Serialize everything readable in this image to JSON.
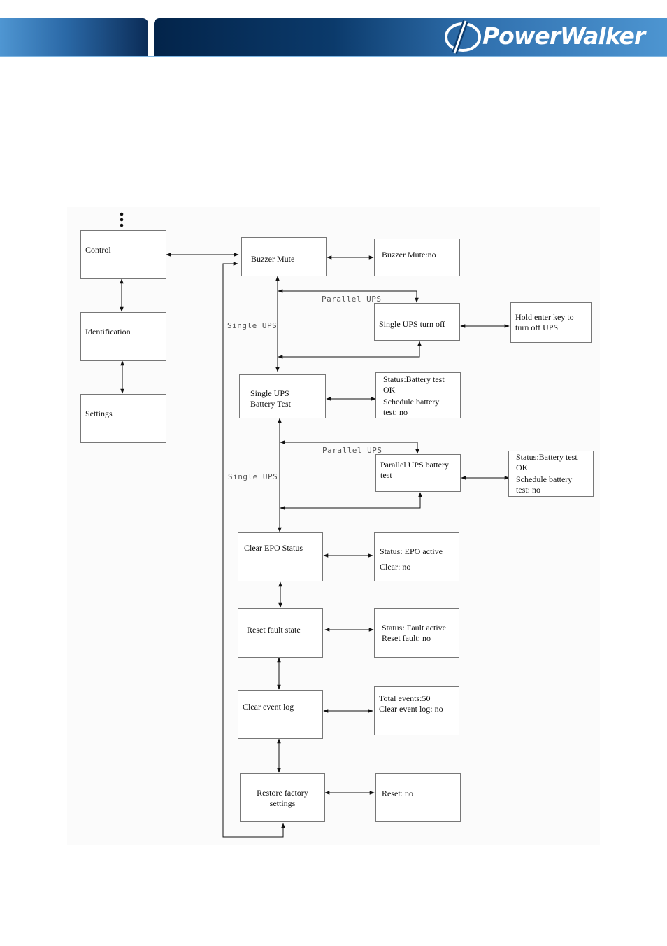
{
  "brand": {
    "logo_text": "PowerWalker",
    "logo_icon": "powerwalker-logo-icon"
  },
  "diagram": {
    "menu": {
      "control": "Control",
      "identification": "Identification",
      "settings": "Settings"
    },
    "nodes": {
      "buzzer_mute": "Buzzer  Mute",
      "buzzer_mute_value": "Buzzer  Mute:no",
      "single_ups_turn_off": "Single UPS turn off",
      "hold_enter": "Hold enter key to\nturn off UPS",
      "single_ups_battery_test": "Single UPS\nBattery Test",
      "single_battery_status": "Status:Battery test\nOK",
      "single_battery_schedule": "Schedule battery\ntest: no",
      "parallel_ups_battery_test": "Parallel UPS battery\ntest",
      "parallel_battery_status": "Status:Battery test\nOK",
      "parallel_battery_schedule": "Schedule battery\ntest: no",
      "clear_epo_status": "Clear EPO Status",
      "epo_status": "Status: EPO active",
      "epo_clear": "Clear: no",
      "reset_fault_state": "Reset fault state",
      "fault_status": "Status: Fault active\nReset fault: no",
      "clear_event_log": "Clear event log",
      "event_log_status": "Total events:50\nClear event log: no",
      "restore_factory": "Restore factory\nsettings",
      "reset_value": "Reset: no"
    },
    "labels": {
      "parallel_ups_1": "Parallel UPS",
      "single_ups_1": "Single UPS",
      "parallel_ups_2": "Parallel UPS",
      "single_ups_2": "Single UPS"
    }
  },
  "colors": {
    "banner_dark": "#03244a",
    "banner_light": "#4d95d1",
    "line": "#111111"
  }
}
